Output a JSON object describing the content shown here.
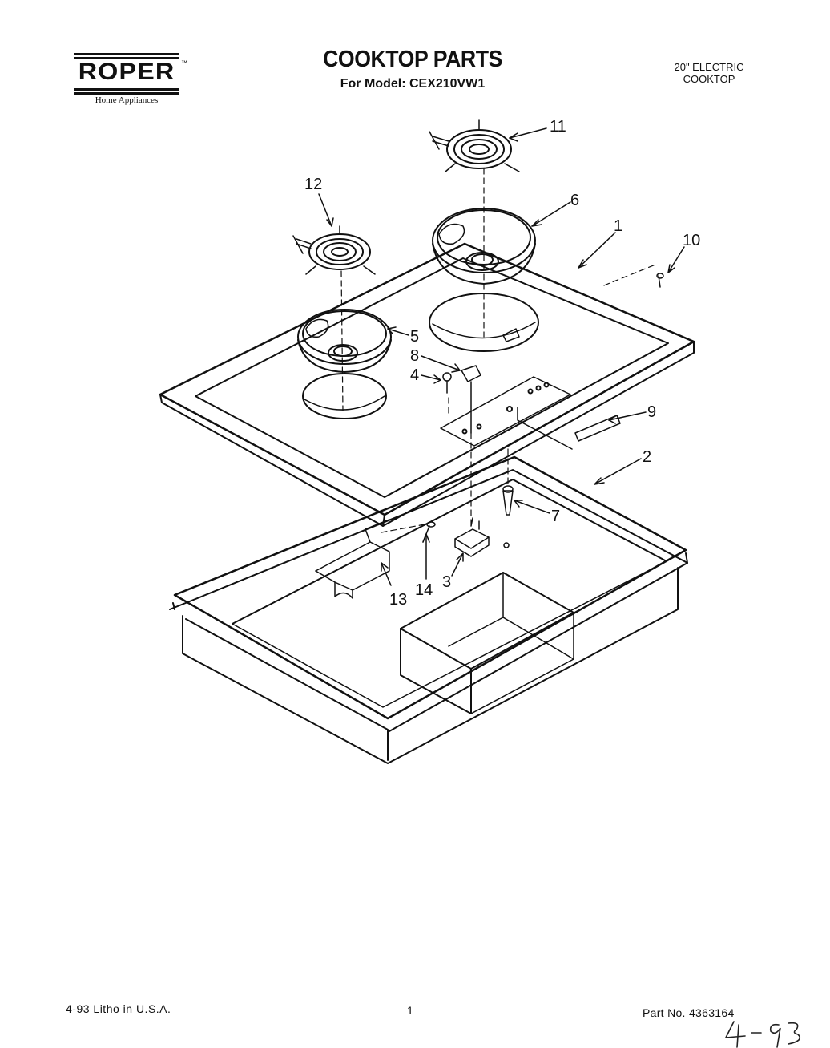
{
  "header": {
    "brand": "ROPER",
    "brand_tagline": "Home Appliances",
    "title": "COOKTOP PARTS",
    "model_line": "For Model: CEX210VW1",
    "product_type": [
      "20\" ELECTRIC",
      "COOKTOP"
    ]
  },
  "diagram": {
    "callouts": [
      "1",
      "2",
      "3",
      "4",
      "5",
      "6",
      "7",
      "8",
      "9",
      "10",
      "11",
      "12",
      "13",
      "14"
    ]
  },
  "footer": {
    "print_info": "4-93  Litho in U.S.A.",
    "page_number": "1",
    "part_number": "Part No. 4363164",
    "handwritten_date": "4-93"
  }
}
